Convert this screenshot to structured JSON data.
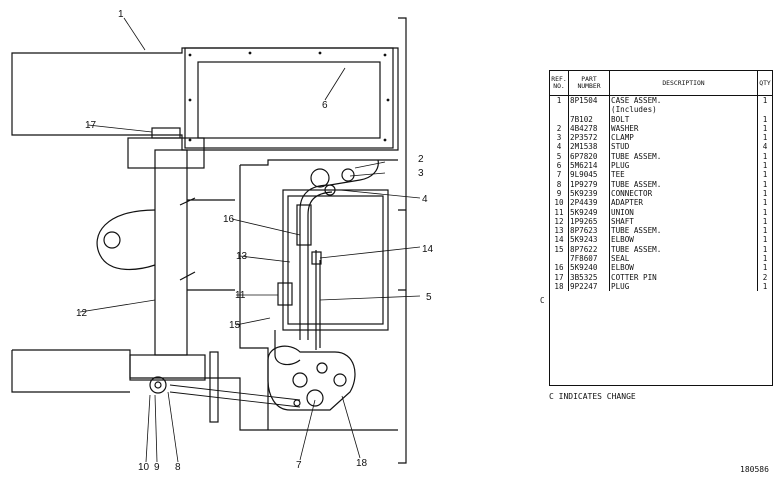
{
  "callouts": [
    "1",
    "2",
    "3",
    "4",
    "5",
    "6",
    "7",
    "8",
    "9",
    "10",
    "11",
    "12",
    "13",
    "14",
    "15",
    "16",
    "17",
    "18"
  ],
  "table": {
    "headers": {
      "ref": "REF. NO.",
      "part": "PART NUMBER",
      "desc": "DESCRIPTION",
      "qty": "QTY"
    },
    "rows": [
      {
        "ref": "1",
        "part": "8P1504",
        "desc": "CASE ASSEM.",
        "qty": "1"
      },
      {
        "ref": "",
        "part": "",
        "desc": "(Includes)",
        "qty": ""
      },
      {
        "ref": "",
        "part": "7B102",
        "desc": "BOLT",
        "qty": "1"
      },
      {
        "ref": "2",
        "part": "4B4278",
        "desc": "WASHER",
        "qty": "1"
      },
      {
        "ref": "3",
        "part": "2P3572",
        "desc": "CLAMP",
        "qty": "1"
      },
      {
        "ref": "4",
        "part": "2M1538",
        "desc": "STUD",
        "qty": "4"
      },
      {
        "ref": "5",
        "part": "6P7820",
        "desc": "TUBE ASSEM.",
        "qty": "1"
      },
      {
        "ref": "6",
        "part": "5M6214",
        "desc": "PLUG",
        "qty": "1"
      },
      {
        "ref": "7",
        "part": "9L9045",
        "desc": "TEE",
        "qty": "1"
      },
      {
        "ref": "8",
        "part": "1P9279",
        "desc": "TUBE ASSEM.",
        "qty": "1"
      },
      {
        "ref": "9",
        "part": "5K9239",
        "desc": "CONNECTOR",
        "qty": "1"
      },
      {
        "ref": "10",
        "part": "2P4439",
        "desc": "ADAPTER",
        "qty": "1"
      },
      {
        "ref": "11",
        "part": "5K9249",
        "desc": "UNION",
        "qty": "1"
      },
      {
        "ref": "12",
        "part": "1P9265",
        "desc": "SHAFT",
        "qty": "1"
      },
      {
        "ref": "13",
        "part": "8P7623",
        "desc": "TUBE ASSEM.",
        "qty": "1"
      },
      {
        "ref": "14",
        "part": "5K9243",
        "desc": "ELBOW",
        "qty": "1"
      },
      {
        "ref": "15",
        "part": "8P7622",
        "desc": "TUBE ASSEM.",
        "qty": "1"
      },
      {
        "ref": "",
        "part": "7F8607",
        "desc": "SEAL",
        "qty": "1"
      },
      {
        "ref": "16",
        "part": "5K9240",
        "desc": "ELBOW",
        "qty": "1"
      },
      {
        "ref": "17",
        "part": "3B5325",
        "desc": "COTTER PIN",
        "qty": "2"
      },
      {
        "ref": "18",
        "part": "9P2247",
        "desc": "PLUG",
        "qty": "1"
      }
    ],
    "change_mark": "C"
  },
  "footnote": "C INDICATES CHANGE",
  "doc_number": "180586"
}
